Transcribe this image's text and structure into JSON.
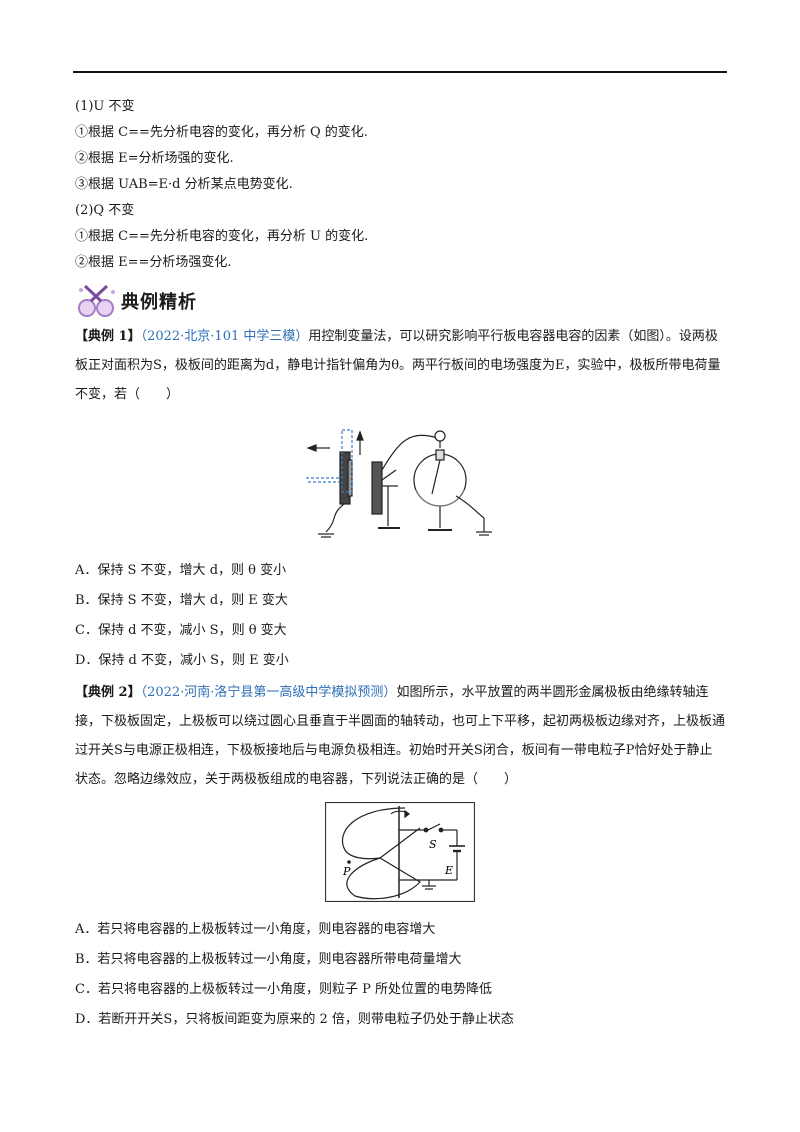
{
  "intro": {
    "lines": [
      "(1)U 不变",
      "①根据 C==先分析电容的变化，再分析 Q 的变化.",
      "②根据 E=分析场强的变化.",
      "③根据 UAB=E·d 分析某点电势变化.",
      "(2)Q 不变",
      "①根据 C==先分析电容的变化，再分析 U 的变化.",
      "②根据 E==分析场强变化."
    ]
  },
  "section_title": "典例精析",
  "example1": {
    "label": "【典例 1】",
    "source": "（2022·北京·101 中学三模）",
    "text": "用控制变量法，可以研究影响平行板电容器电容的因素（如图）。设两极板正对面积为S，极板间的距离为d，静电计指针偏角为θ。两平行板间的电场强度为E，实验中，极板所带电荷量不变，若（　　）",
    "options": [
      "A．保持 S 不变，增大 d，则 θ 变小",
      "B．保持 S 不变，增大 d，则 E 变大",
      "C．保持 d 不变，减小 S，则 θ 变大",
      "D．保持 d 不变，减小 S，则 E 变小"
    ]
  },
  "example2": {
    "label": "【典例 2】",
    "source": "（2022·河南·洛宁县第一高级中学模拟预测）",
    "text": "如图所示，水平放置的两半圆形金属极板由绝缘转轴连接，下极板固定，上极板可以绕过圆心且垂直于半圆面的轴转动，也可上下平移，起初两极板边缘对齐，上极板通过开关S与电源正极相连，下极板接地后与电源负极相连。初始时开关S闭合，板间有一带电粒子P恰好处于静止状态。忽略边缘效应，关于两极板组成的电容器，下列说法正确的是（　　）",
    "figure_labels": {
      "switch": "S",
      "particle": "P",
      "battery": "E"
    },
    "options": [
      "A．若只将电容器的上极板转过一小角度，则电容器的电容增大",
      "B．若只将电容器的上极板转过一小角度，则电容器所带电荷量增大",
      "C．若只将电容器的上极板转过一小角度，则粒子 P 所处位置的电势降低",
      "D．若断开开关S，只将板间距变为原来的 2 倍，则带电粒子仍处于静止状态"
    ]
  },
  "colors": {
    "source": "#2f6fb7",
    "badge_icon": "#c9a7e0"
  }
}
